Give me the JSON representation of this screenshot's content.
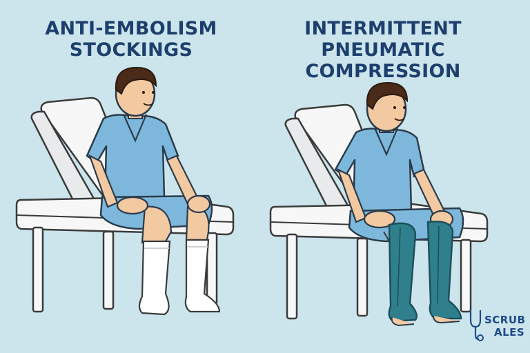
{
  "panels": {
    "left": {
      "title_line1": "ANTI-EMBOLISM",
      "title_line2": "STOCKINGS"
    },
    "right": {
      "title_line1": "INTERMITTENT",
      "title_line2": "PNEUMATIC",
      "title_line3": "COMPRESSION"
    }
  },
  "logo": {
    "line1": "SCRUB",
    "line2": "ALES"
  },
  "colors": {
    "background": "#cce5ec",
    "title": "#1d3f6e",
    "gown": "#7db8dc",
    "skin": "#f3c9a2",
    "hair": "#4a2a18",
    "stocking": "#ffffff",
    "compression_sleeve": "#2f7f8c",
    "chair": "#f7f7f7",
    "logo": "#1e4a8a"
  },
  "icons": [
    "stethoscope-icon"
  ]
}
